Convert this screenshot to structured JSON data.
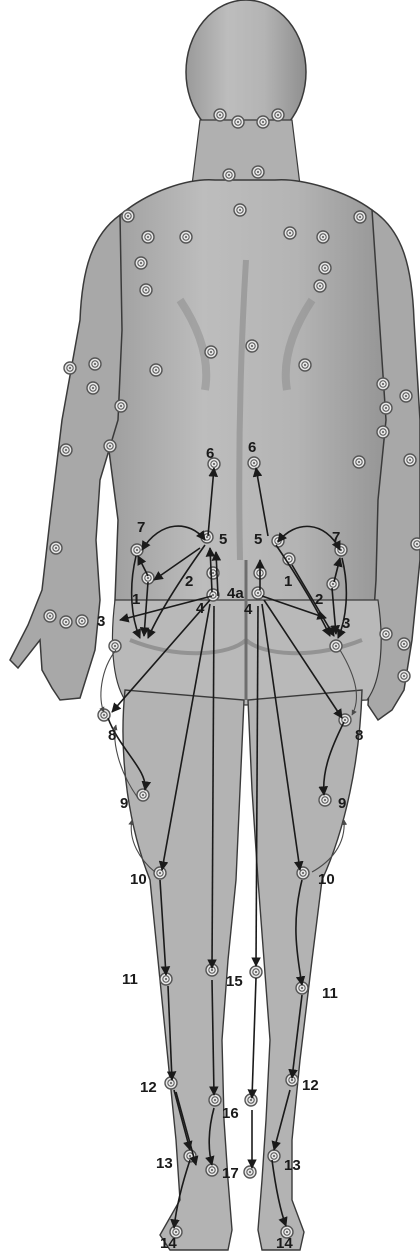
{
  "labels": {
    "l1": "1",
    "l2": "2",
    "l3": "3",
    "l4": "4",
    "l4a": "4a",
    "l5": "5",
    "l6": "6",
    "l7": "7",
    "l8": "8",
    "l9": "9",
    "l10": "10",
    "l11": "11",
    "l12": "12",
    "l13": "13",
    "l14": "14",
    "l15": "15",
    "l16": "16",
    "l17": "17"
  },
  "colors": {
    "skin_dark": "#8c8c8c",
    "skin_mid": "#a9a9a9",
    "skin_light": "#cfcfcf",
    "outline": "#3a3a3a",
    "arrow": "#1a1a1a",
    "point_ring": "#555555"
  },
  "icons": {
    "point": "spiral-point-icon",
    "arrow": "arrow-icon"
  }
}
